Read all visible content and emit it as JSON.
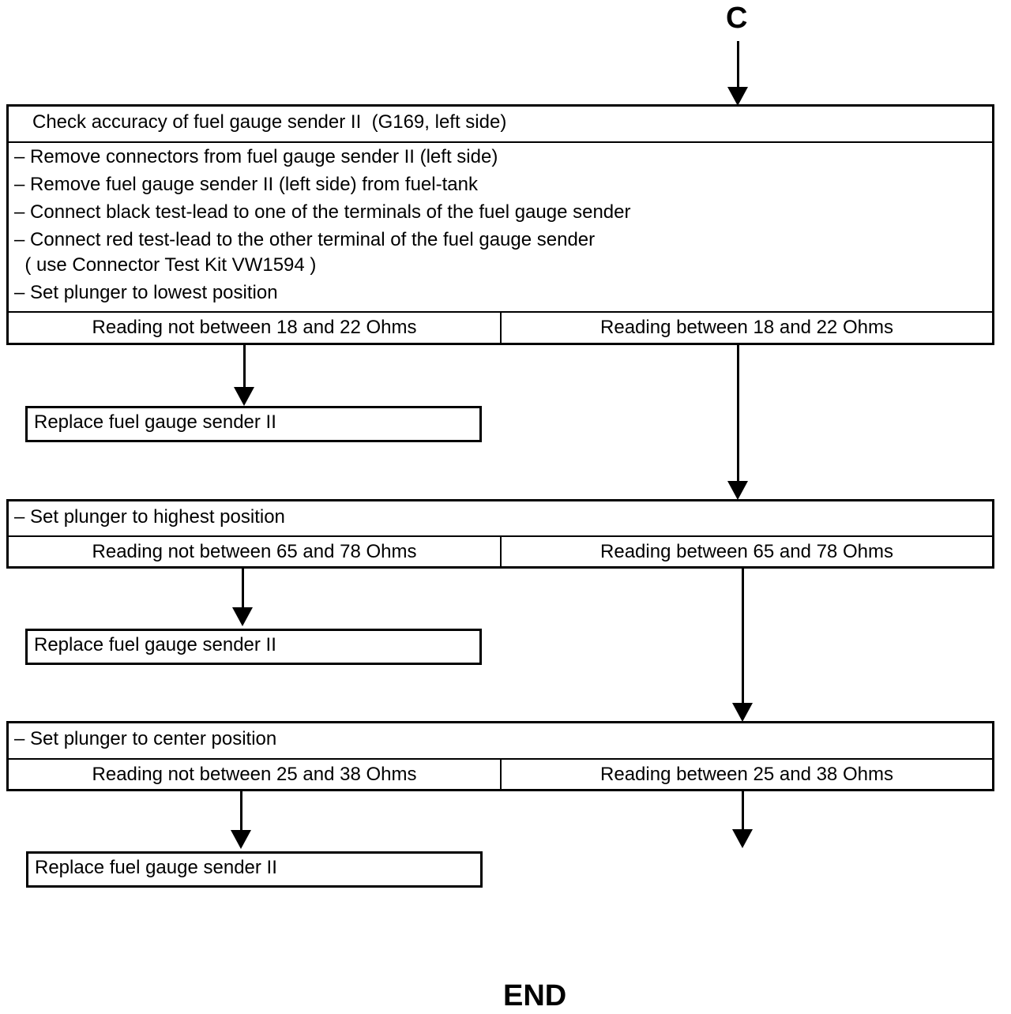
{
  "connector_start": "C",
  "connector_end": "END",
  "step1": {
    "title": "Check accuracy of fuel gauge sender II  (G169, left side)",
    "instructions": [
      "– Remove connectors from fuel gauge sender II (left side)",
      "– Remove fuel gauge sender II (left side) from fuel-tank",
      "– Connect black test-lead to one of the terminals of the fuel gauge sender",
      "– Connect red test-lead to the other terminal of the fuel gauge sender",
      "  ( use Connector Test Kit VW1594 )",
      "– Set plunger to lowest position"
    ],
    "fail": "Reading not between 18 and 22 Ohms",
    "pass": "Reading between 18 and 22 Ohms",
    "action": "Replace fuel gauge sender II"
  },
  "step2": {
    "instruction": "– Set plunger to highest position",
    "fail": "Reading not between 65 and 78 Ohms",
    "pass": "Reading between 65 and 78 Ohms",
    "action": "Replace fuel gauge sender II"
  },
  "step3": {
    "instruction": "– Set plunger to center position",
    "fail": "Reading not between 25 and 38 Ohms",
    "pass": "Reading between 25 and 38 Ohms",
    "action": "Replace fuel gauge sender II"
  }
}
